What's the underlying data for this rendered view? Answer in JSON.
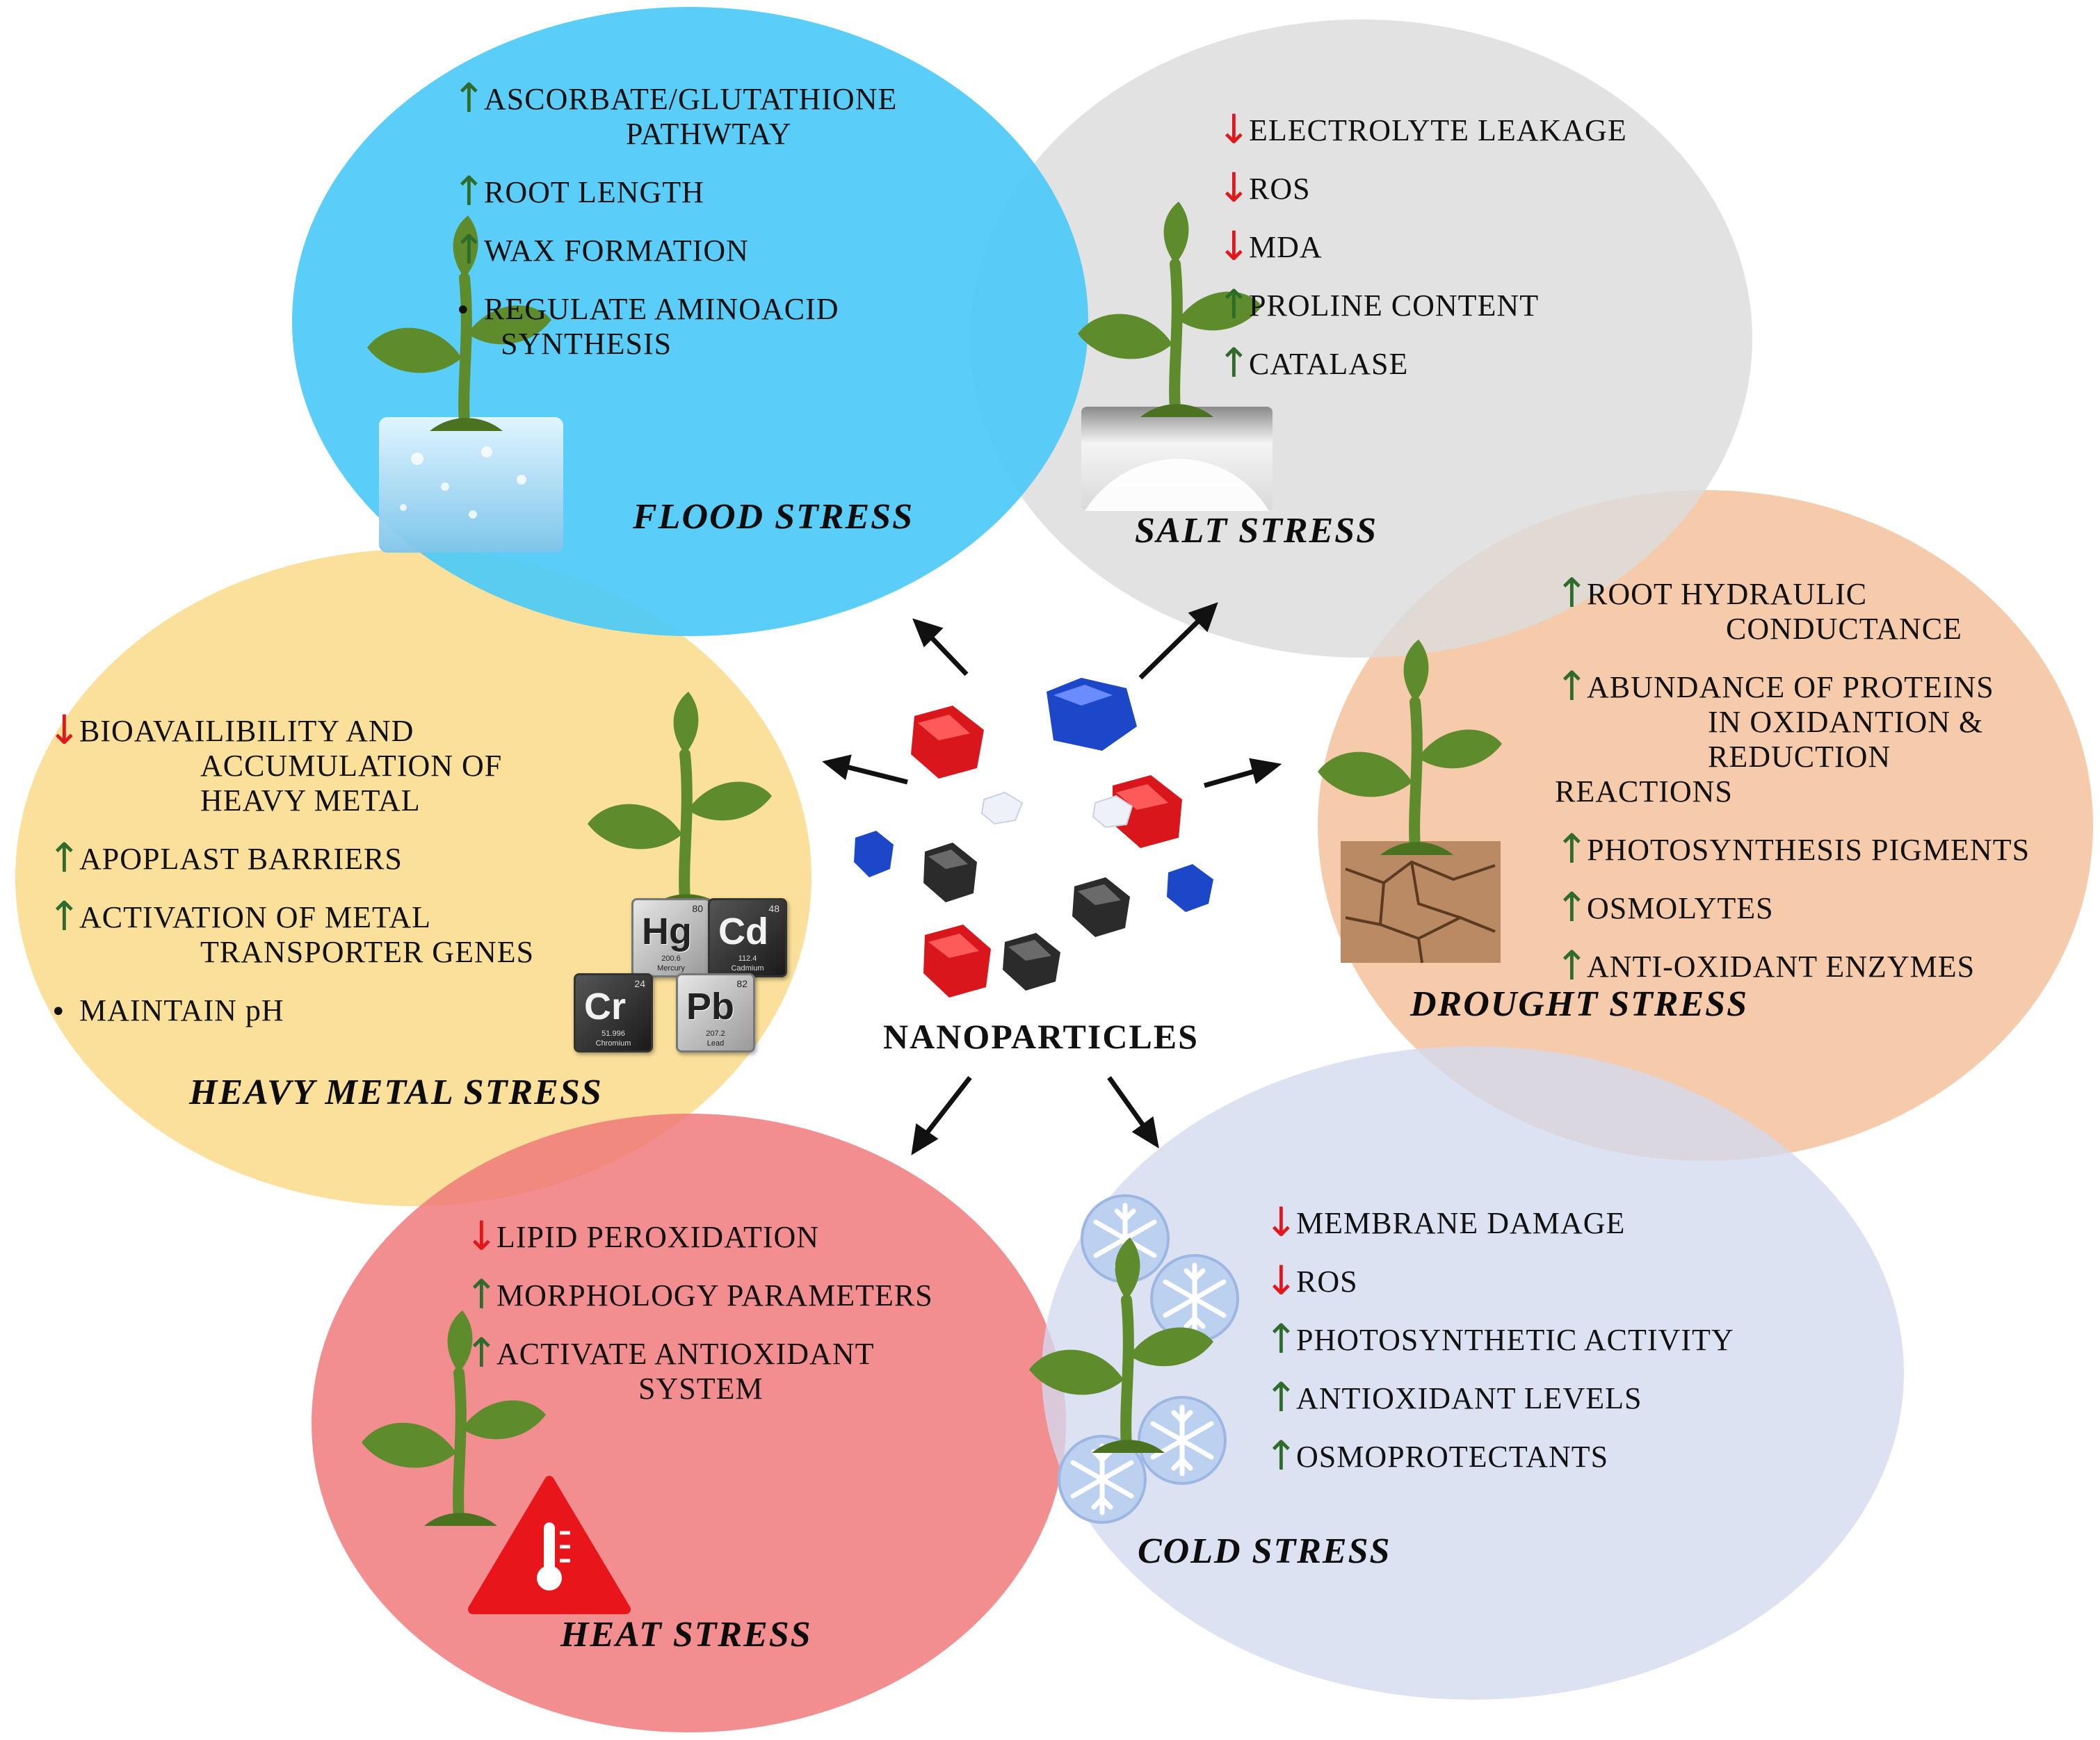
{
  "center": {
    "label": "NANOPARTICLES"
  },
  "colors": {
    "flood": "#4ccaf7",
    "salt": "#dcdcdc",
    "drought": "#f5c29c",
    "heavy_metal": "#f9dc8c",
    "heat": "#f17d80",
    "cold": "#d6dcee",
    "increase_arrow": "#2f6b2a",
    "decrease_arrow": "#e0181b",
    "plant": "#5e8b2b"
  },
  "stresses": {
    "flood": {
      "title": "FLOOD STRESS",
      "effects": [
        {
          "dir": "up",
          "lines": [
            "ASCORBATE/GLUTATHIONE",
            "PATHWTAY"
          ]
        },
        {
          "dir": "up",
          "lines": [
            "ROOT LENGTH"
          ]
        },
        {
          "dir": "up",
          "lines": [
            "WAX FORMATION"
          ]
        },
        {
          "dir": "bullet",
          "lines": [
            "REGULATE AMINOACID",
            "SYNTHESIS"
          ]
        }
      ]
    },
    "salt": {
      "title": "SALT STRESS",
      "effects": [
        {
          "dir": "down",
          "lines": [
            "ELECTROLYTE LEAKAGE"
          ]
        },
        {
          "dir": "down",
          "lines": [
            "ROS"
          ]
        },
        {
          "dir": "down",
          "lines": [
            "MDA"
          ]
        },
        {
          "dir": "up",
          "lines": [
            "PROLINE CONTENT"
          ]
        },
        {
          "dir": "up",
          "lines": [
            "CATALASE"
          ]
        }
      ]
    },
    "drought": {
      "title": "DROUGHT STRESS",
      "effects": [
        {
          "dir": "up",
          "lines": [
            "ROOT HYDRAULIC",
            "CONDUCTANCE"
          ]
        },
        {
          "dir": "up",
          "lines": [
            "ABUNDANCE OF PROTEINS",
            "IN OXIDANTION &",
            "REDUCTION",
            "REACTIONS"
          ]
        },
        {
          "dir": "up",
          "lines": [
            "PHOTOSYNTHESIS PIGMENTS"
          ]
        },
        {
          "dir": "up",
          "lines": [
            "OSMOLYTES"
          ]
        },
        {
          "dir": "up",
          "lines": [
            "ANTI-OXIDANT ENZYMES"
          ]
        }
      ]
    },
    "heavy_metal": {
      "title": "HEAVY METAL STRESS",
      "effects": [
        {
          "dir": "down",
          "lines": [
            "BIOAVAILIBILITY AND",
            "ACCUMULATION OF",
            "HEAVY      METAL"
          ]
        },
        {
          "dir": "up",
          "lines": [
            "APOPLAST BARRIERS"
          ]
        },
        {
          "dir": "up",
          "lines": [
            "ACTIVATION OF METAL",
            "TRANSPORTER GENES"
          ]
        },
        {
          "dir": "bullet",
          "lines": [
            "MAINTAIN pH"
          ]
        }
      ],
      "elements": [
        {
          "symbol": "Hg",
          "number": "80",
          "mass": "200.6",
          "name": "Mercury"
        },
        {
          "symbol": "Cd",
          "number": "48",
          "mass": "112.4",
          "name": "Cadmium"
        },
        {
          "symbol": "Cr",
          "number": "24",
          "mass": "51.996",
          "name": "Chromium"
        },
        {
          "symbol": "Pb",
          "number": "82",
          "mass": "207.2",
          "name": "Lead"
        }
      ]
    },
    "heat": {
      "title": "HEAT STRESS",
      "effects": [
        {
          "dir": "down",
          "lines": [
            "LIPID PEROXIDATION"
          ]
        },
        {
          "dir": "up",
          "lines": [
            "MORPHOLOGY PARAMETERS"
          ]
        },
        {
          "dir": "up",
          "lines": [
            "ACTIVATE ANTIOXIDANT",
            "SYSTEM"
          ]
        }
      ]
    },
    "cold": {
      "title": "COLD STRESS",
      "effects": [
        {
          "dir": "down",
          "lines": [
            "MEMBRANE DAMAGE"
          ]
        },
        {
          "dir": "down",
          "lines": [
            "ROS"
          ]
        },
        {
          "dir": "up",
          "lines": [
            "PHOTOSYNTHETIC ACTIVITY"
          ]
        },
        {
          "dir": "up",
          "lines": [
            "ANTIOXIDANT LEVELS"
          ]
        },
        {
          "dir": "up",
          "lines": [
            "OSMOPROTECTANTS"
          ]
        }
      ]
    }
  }
}
